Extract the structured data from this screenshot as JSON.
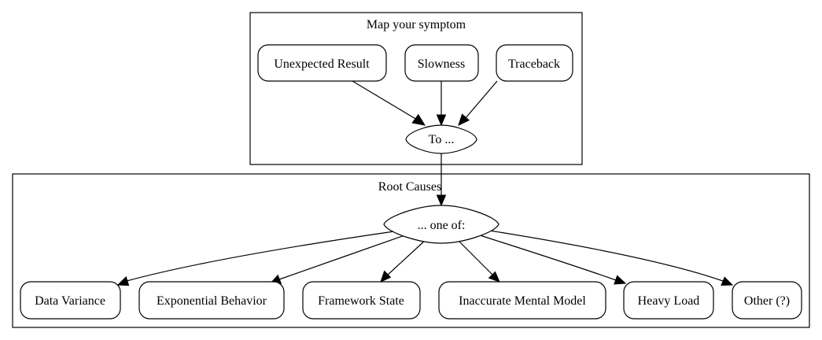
{
  "clusters": {
    "symptom": {
      "label": "Map your symptom"
    },
    "causes": {
      "label": "Root Causes"
    }
  },
  "nodes": {
    "unexpected_result": "Unexpected Result",
    "slowness": "Slowness",
    "traceback": "Traceback",
    "to": "To ...",
    "one_of": "... one of:",
    "data_variance": "Data Variance",
    "exponential_behavior": "Exponential Behavior",
    "framework_state": "Framework State",
    "inaccurate_mental_model": "Inaccurate Mental Model",
    "heavy_load": "Heavy Load",
    "other": "Other (?)"
  }
}
